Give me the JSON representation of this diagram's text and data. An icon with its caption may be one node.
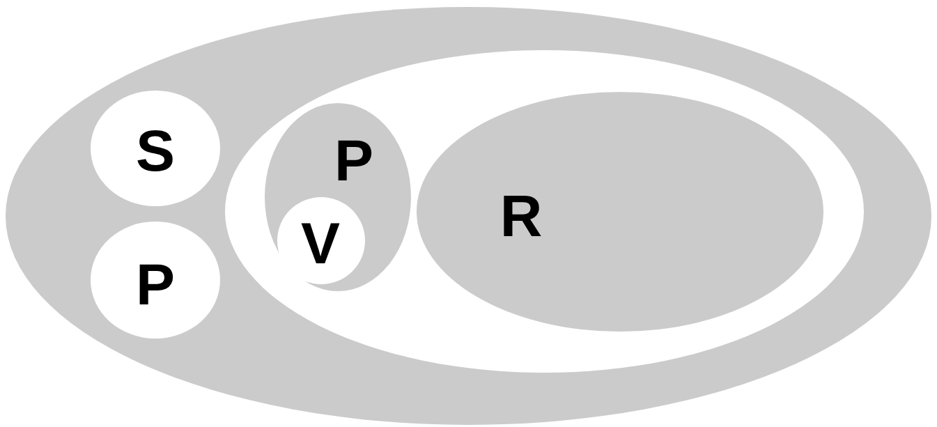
{
  "diagram": {
    "nodes": [
      {
        "text": [],
        "shape": "ellipse"
      },
      {
        "text": [
          "S"
        ],
        "in": 0
      },
      {
        "text": [
          "P"
        ],
        "in": 0
      },
      {
        "text": [],
        "shape": "ellipse",
        "in": 0
      },
      {
        "text": [
          "P"
        ],
        "in": 3
      },
      {
        "text": [
          "V"
        ],
        "in": 4
      },
      {
        "text": [
          "R"
        ],
        "in": 3
      }
    ]
  }
}
